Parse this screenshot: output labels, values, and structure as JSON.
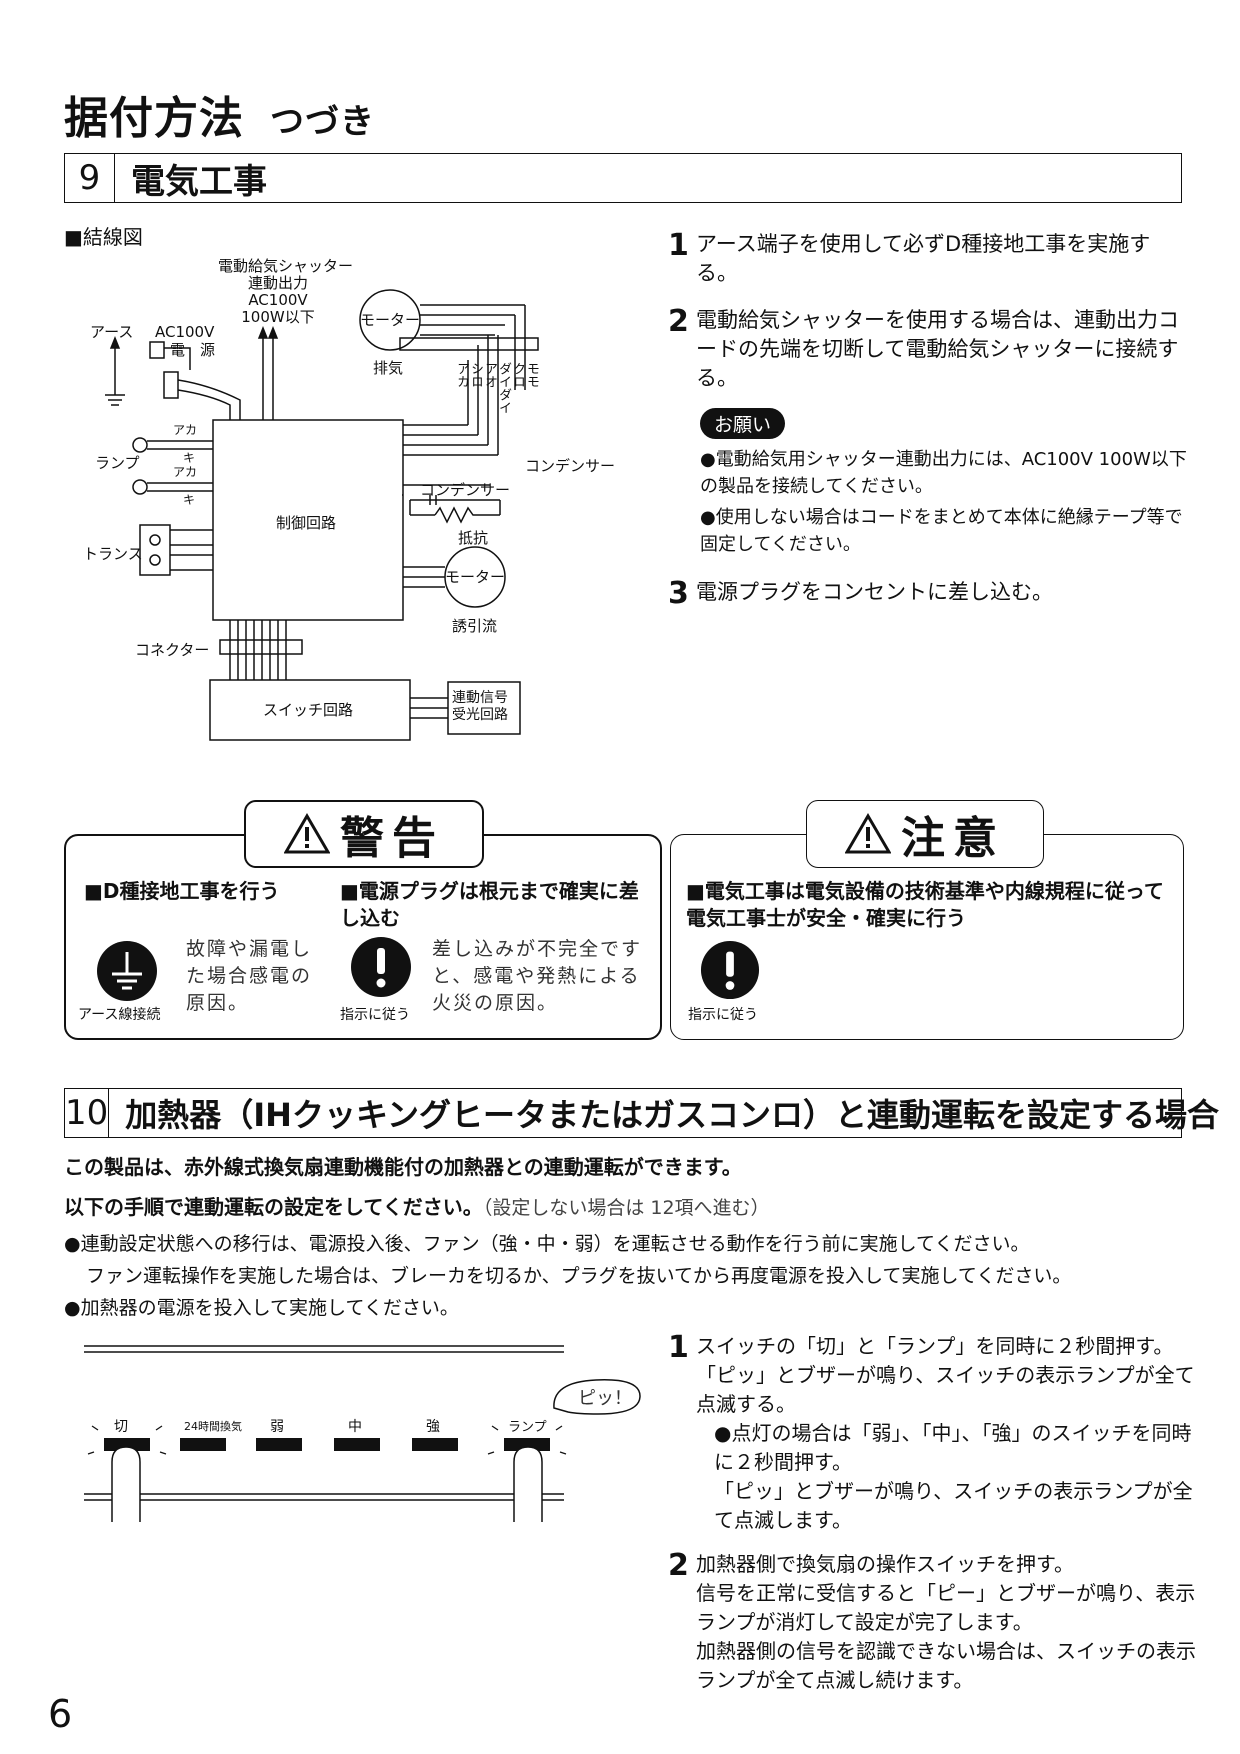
{
  "header": {
    "title": "据付方法",
    "subtitle": "つづき"
  },
  "section9": {
    "number": "9",
    "title": "電気工事",
    "diagram_label": "■結線図",
    "diagram": {
      "shutter_output": [
        "電動給気シャッター",
        "連動出力",
        "AC100V",
        "100W以下"
      ],
      "earth": "アース",
      "power": "AC100V",
      "power2": "電　源",
      "motor_top": "モーター",
      "exhaust": "排気",
      "wires_top": [
        "アカ",
        "シロ",
        "アオ",
        "ダイダイ",
        "クロ",
        "モモ"
      ],
      "lamp": "ランプ",
      "aka1": "アカ",
      "ki1": "キ",
      "aka2": "アカ",
      "ki2": "キ",
      "condenser1": "コンデンサー",
      "condenser2": "コンデンサー",
      "resistor": "抵抗",
      "control": "制御回路",
      "trans": "トランス",
      "motor_bottom": "モーター",
      "induction": "誘引流",
      "connector": "コネクター",
      "switch": "スイッチ回路",
      "signal": [
        "連動信号",
        "受光回路"
      ]
    },
    "steps": [
      {
        "n": "1",
        "text": "アース端子を使用して必ずD種接地工事を実施する。"
      },
      {
        "n": "2",
        "text": "電動給気シャッターを使用する場合は、連動出力コードの先端を切断して電動給気シャッターに接続する。"
      },
      {
        "n": "3",
        "text": "電源プラグをコンセントに差し込む。"
      }
    ],
    "note_tag": "お願い",
    "notes": [
      "●電動給気用シャッター連動出力には、AC100V 100W以下の製品を接続してください。",
      "●使用しない場合はコードをまとめて本体に絶縁テープ等で固定してください。"
    ]
  },
  "warning": {
    "label": "警告",
    "items": [
      {
        "head": "■D種接地工事を行う",
        "body": "故障や漏電した場合感電の原因。",
        "icon_label": "アース線接続"
      },
      {
        "head": "■電源プラグは根元まで確実に差し込む",
        "body": "差し込みが不完全ですと、感電や発熱による火災の原因。",
        "icon_label": "指示に従う"
      }
    ]
  },
  "caution": {
    "label": "注意",
    "head": "■電気工事は電気設備の技術基準や内線規程に従って電気工事士が安全・確実に行う",
    "icon_label": "指示に従う"
  },
  "section10": {
    "number": "10",
    "title": "加熱器（IHクッキングヒータまたはガスコンロ）と連動運転を設定する場合",
    "intro1": "この製品は、赤外線式換気扇連動機能付の加熱器との連動運転ができます。",
    "intro2": "以下の手順で連動運転の設定をしてください。",
    "intro2_sub": "（設定しない場合は 12項へ進む）",
    "bullets": [
      "●連動設定状態への移行は、電源投入後、ファン（強・中・弱）を運転させる動作を行う前に実施してください。",
      "ファン運転操作を実施した場合は、ブレーカを切るか、プラグを抜いてから再度電源を投入して実施してください。",
      "●加熱器の電源を投入して実施してください。"
    ],
    "panel": {
      "buttons": [
        "切",
        "24時間換気",
        "弱",
        "中",
        "強",
        "ランプ"
      ],
      "beep": "ピッ！"
    },
    "steps": [
      {
        "n": "1",
        "lines": [
          "スイッチの「切」と「ランプ」を同時に２秒間押す。",
          "「ピッ」とブザーが鳴り、スイッチの表示ランプが全て点滅する。"
        ],
        "sub": [
          "●点灯の場合は「弱」、「中」、「強」のスイッチを同時に２秒間押す。",
          "「ピッ」とブザーが鳴り、スイッチの表示ランプが全て点滅します。"
        ]
      },
      {
        "n": "2",
        "lines": [
          "加熱器側で換気扇の操作スイッチを押す。",
          "信号を正常に受信すると「ピー」とブザーが鳴り、表示ランプが消灯して設定が完了します。",
          "加熱器側の信号を認識できない場合は、スイッチの表示ランプが全て点滅し続けます。"
        ]
      }
    ]
  },
  "page_number": "6"
}
